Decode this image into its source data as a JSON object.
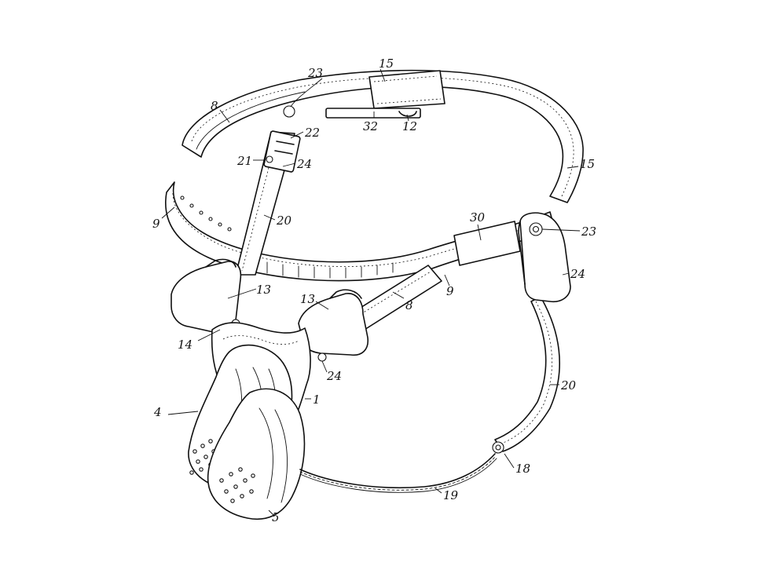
{
  "figure": {
    "reference_numerals": [
      {
        "id": "n23a",
        "text": "23"
      },
      {
        "id": "n15a",
        "text": "15"
      },
      {
        "id": "n8a",
        "text": "8"
      },
      {
        "id": "n22",
        "text": "22"
      },
      {
        "id": "n32",
        "text": "32"
      },
      {
        "id": "n12",
        "text": "12"
      },
      {
        "id": "n21",
        "text": "21"
      },
      {
        "id": "n24a",
        "text": "24"
      },
      {
        "id": "n15b",
        "text": "15"
      },
      {
        "id": "n9a",
        "text": "9"
      },
      {
        "id": "n20a",
        "text": "20"
      },
      {
        "id": "n30",
        "text": "30"
      },
      {
        "id": "n23b",
        "text": "23"
      },
      {
        "id": "n9b",
        "text": "9"
      },
      {
        "id": "n8b",
        "text": "8"
      },
      {
        "id": "n13a",
        "text": "13"
      },
      {
        "id": "n13b",
        "text": "13"
      },
      {
        "id": "n24b",
        "text": "24"
      },
      {
        "id": "n14",
        "text": "14"
      },
      {
        "id": "n24c",
        "text": "24"
      },
      {
        "id": "n20b",
        "text": "20"
      },
      {
        "id": "n4",
        "text": "4"
      },
      {
        "id": "n1",
        "text": "1"
      },
      {
        "id": "n18",
        "text": "18"
      },
      {
        "id": "n19",
        "text": "19"
      },
      {
        "id": "n5",
        "text": "5"
      }
    ]
  }
}
